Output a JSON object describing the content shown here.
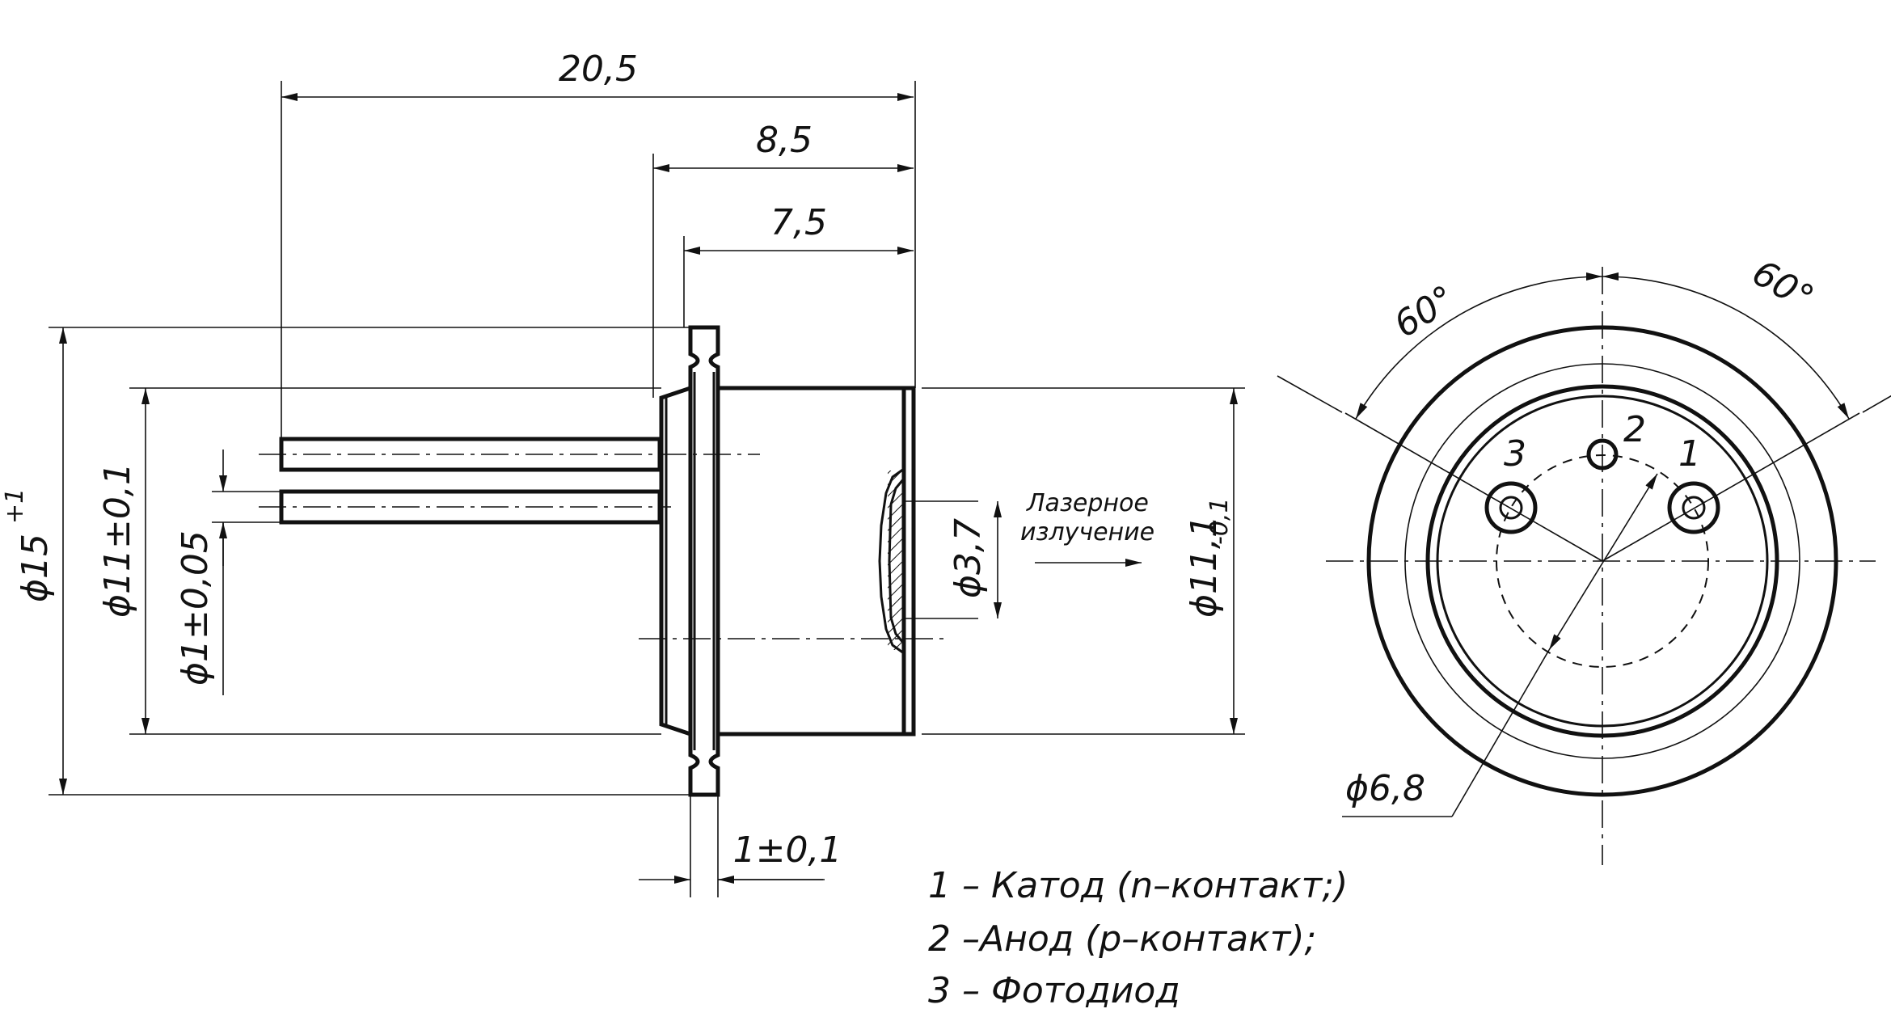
{
  "side_view": {
    "dim_total_length": "20,5",
    "dim_flange_to_end": "8,5",
    "dim_body_length": "7,5",
    "dim_flange_thickness": "1±0,1",
    "dim_flange_diameter": "ϕ15",
    "dim_flange_tolerance": "+1",
    "dim_base_diameter": "ϕ11±0,1",
    "dim_pin_diameter": "ϕ1±0,05",
    "dim_window_diameter": "ϕ3,7",
    "dim_cap_diameter": "ϕ11,1",
    "dim_cap_tolerance": "-0,1",
    "emission_label_line1": "Лазерное",
    "emission_label_line2": "излучение"
  },
  "end_view": {
    "angle_left": "60°",
    "angle_right": "60°",
    "pin_circle_diameter": "ϕ6,8",
    "pin1_number": "1",
    "pin2_number": "2",
    "pin3_number": "3"
  },
  "legend": {
    "line1": "1 – Катод (n–контакт;)",
    "line2": "2 –Анод (p–контакт);",
    "line3": "3 – Фотодиод"
  }
}
